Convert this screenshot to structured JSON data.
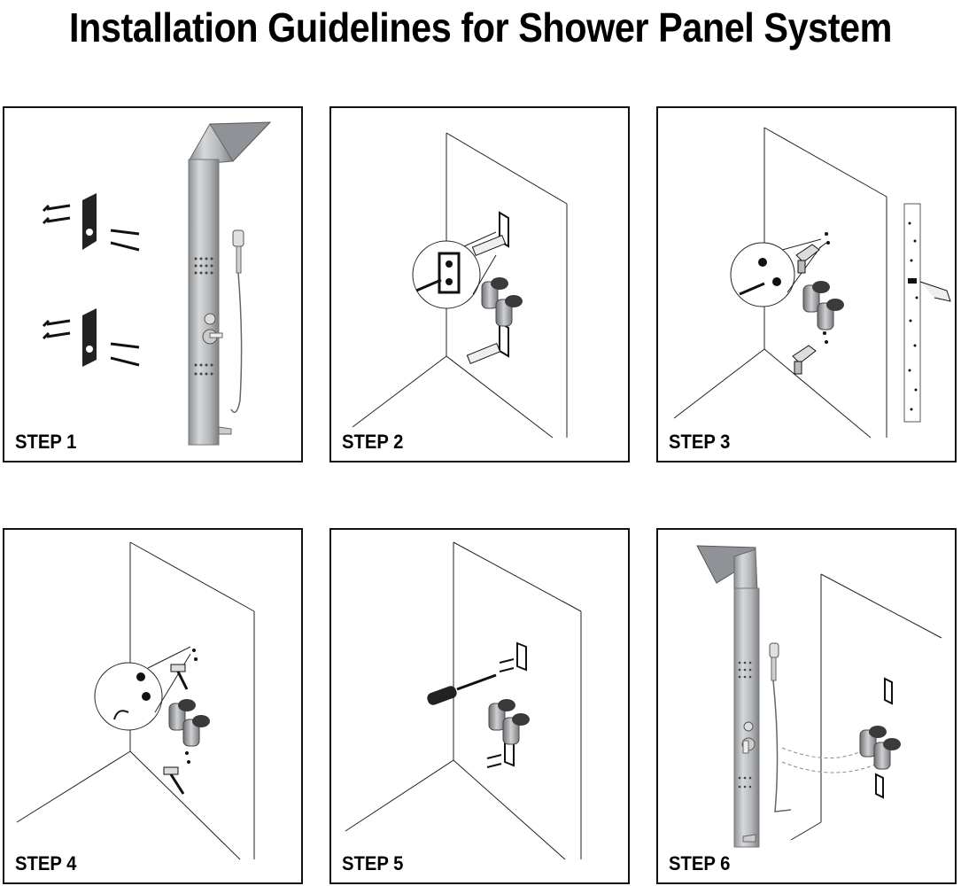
{
  "title": "Installation Guidelines for Shower Panel System",
  "steps": [
    {
      "label": "STEP 1"
    },
    {
      "label": "STEP 2"
    },
    {
      "label": "STEP 3"
    },
    {
      "label": "STEP 4"
    },
    {
      "label": "STEP 5"
    },
    {
      "label": "STEP 6"
    }
  ],
  "colors": {
    "line": "#111111",
    "steel": "#b9bcbf",
    "steel_dark": "#6f7275",
    "bg": "#ffffff"
  }
}
